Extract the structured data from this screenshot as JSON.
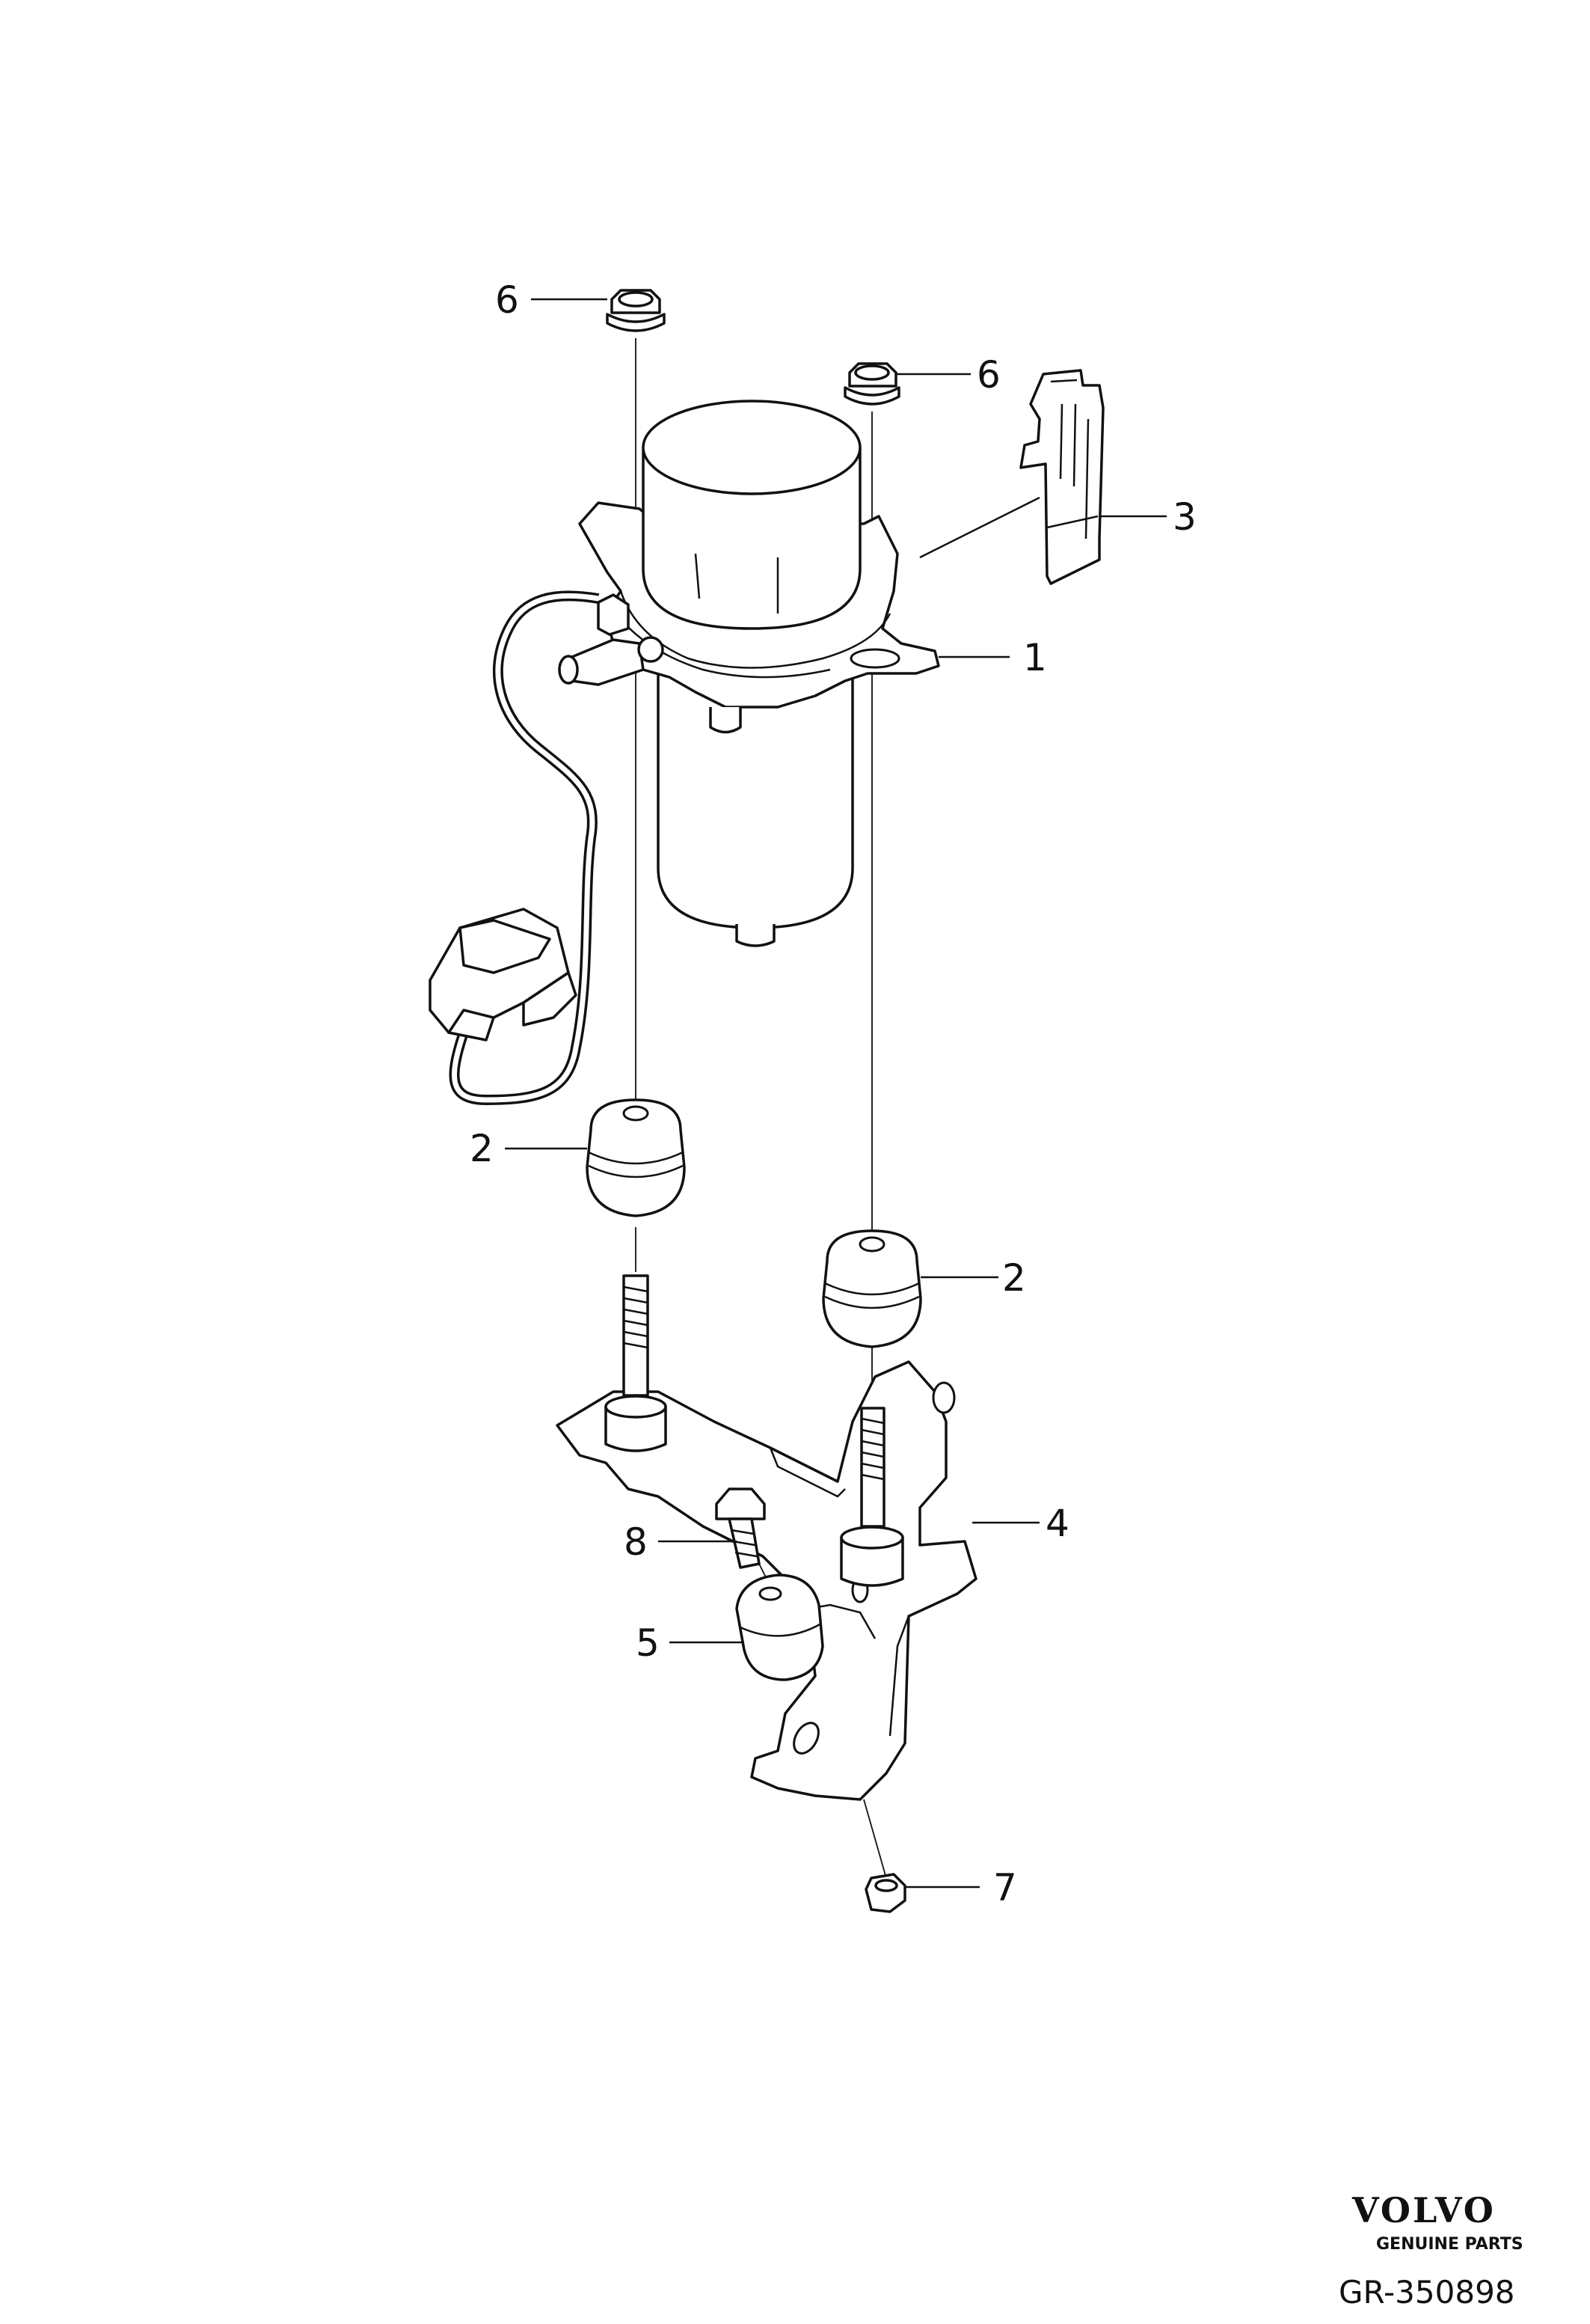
{
  "callouts": {
    "c1": "1",
    "c2a": "2",
    "c2b": "2",
    "c3": "3",
    "c4": "4",
    "c5": "5",
    "c6a": "6",
    "c6b": "6",
    "c7": "7",
    "c8": "8"
  },
  "brand": {
    "logo": "VOLVO",
    "subtitle": "GENUINE PARTS",
    "reference": "GR-350898"
  }
}
